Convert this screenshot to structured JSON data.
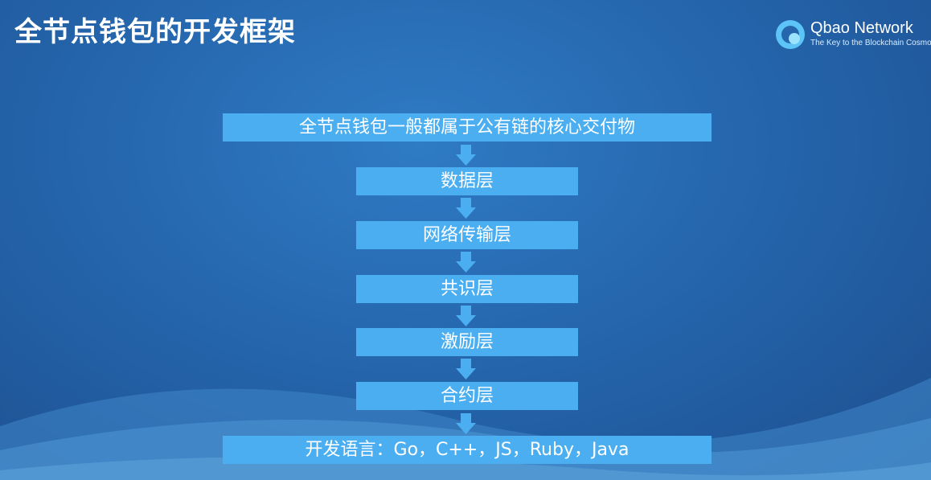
{
  "slide": {
    "title": "全节点钱包的开发框架"
  },
  "logo": {
    "name": "Qbao Network",
    "tagline": "The Key to the Blockchain Cosmos"
  },
  "flow": {
    "top": "全节点钱包一般都属于公有链的核心交付物",
    "layers": [
      "数据层",
      "网络传输层",
      "共识层",
      "激励层",
      "合约层"
    ],
    "bottom": "开发语言：Go，C++，JS，Ruby，Java"
  },
  "colors": {
    "background": "#2566ad",
    "box": "#4aaef0",
    "arrow": "#4aaef0"
  }
}
